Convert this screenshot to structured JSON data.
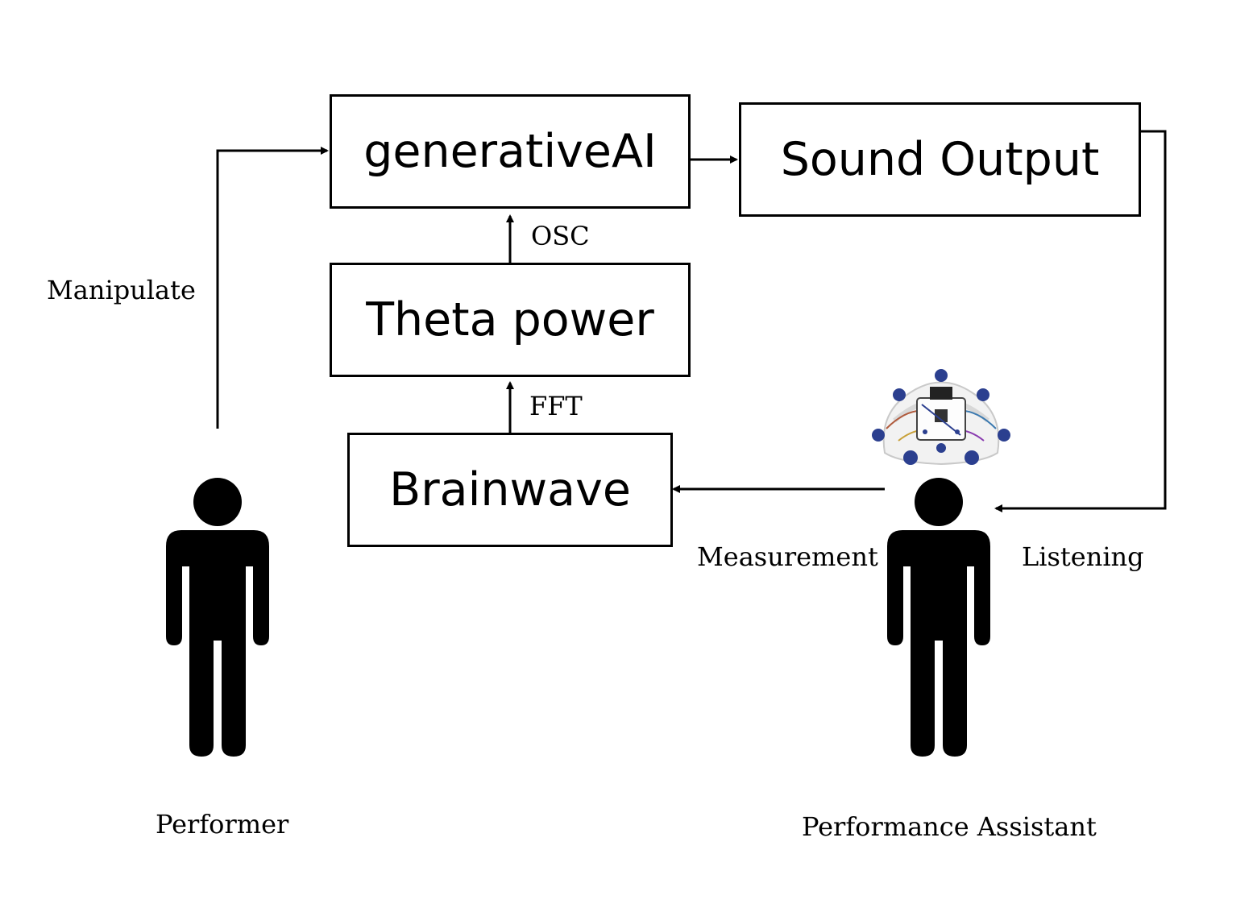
{
  "boxes": {
    "generative_ai": "generativeAI",
    "sound_output": "Sound Output",
    "theta_power": "Theta power",
    "brainwave": "Brainwave"
  },
  "edge_labels": {
    "osc": "OSC",
    "fft": "FFT",
    "manipulate": "Manipulate",
    "measurement": "Measurement",
    "listening": "Listening"
  },
  "actors": {
    "performer": "Performer",
    "assistant": "Performance Assistant"
  },
  "icons": {
    "performer": "person-icon",
    "assistant": "person-icon",
    "device": "eeg-headset-icon"
  },
  "colors": {
    "stroke": "#000000",
    "background": "#ffffff",
    "device_accent": "#2b3f8f"
  }
}
